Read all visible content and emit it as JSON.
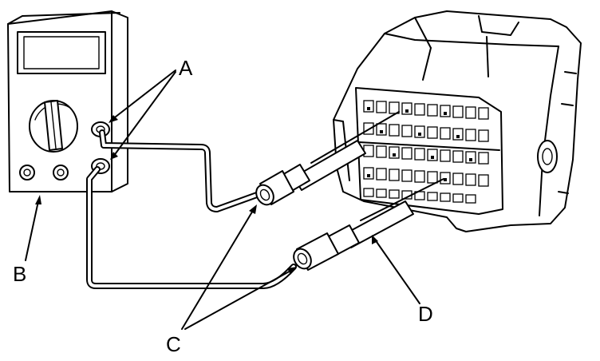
{
  "callouts": {
    "a": "A",
    "b": "B",
    "c": "C",
    "d": "D"
  },
  "colors": {
    "line": "#000000",
    "background": "#ffffff"
  }
}
